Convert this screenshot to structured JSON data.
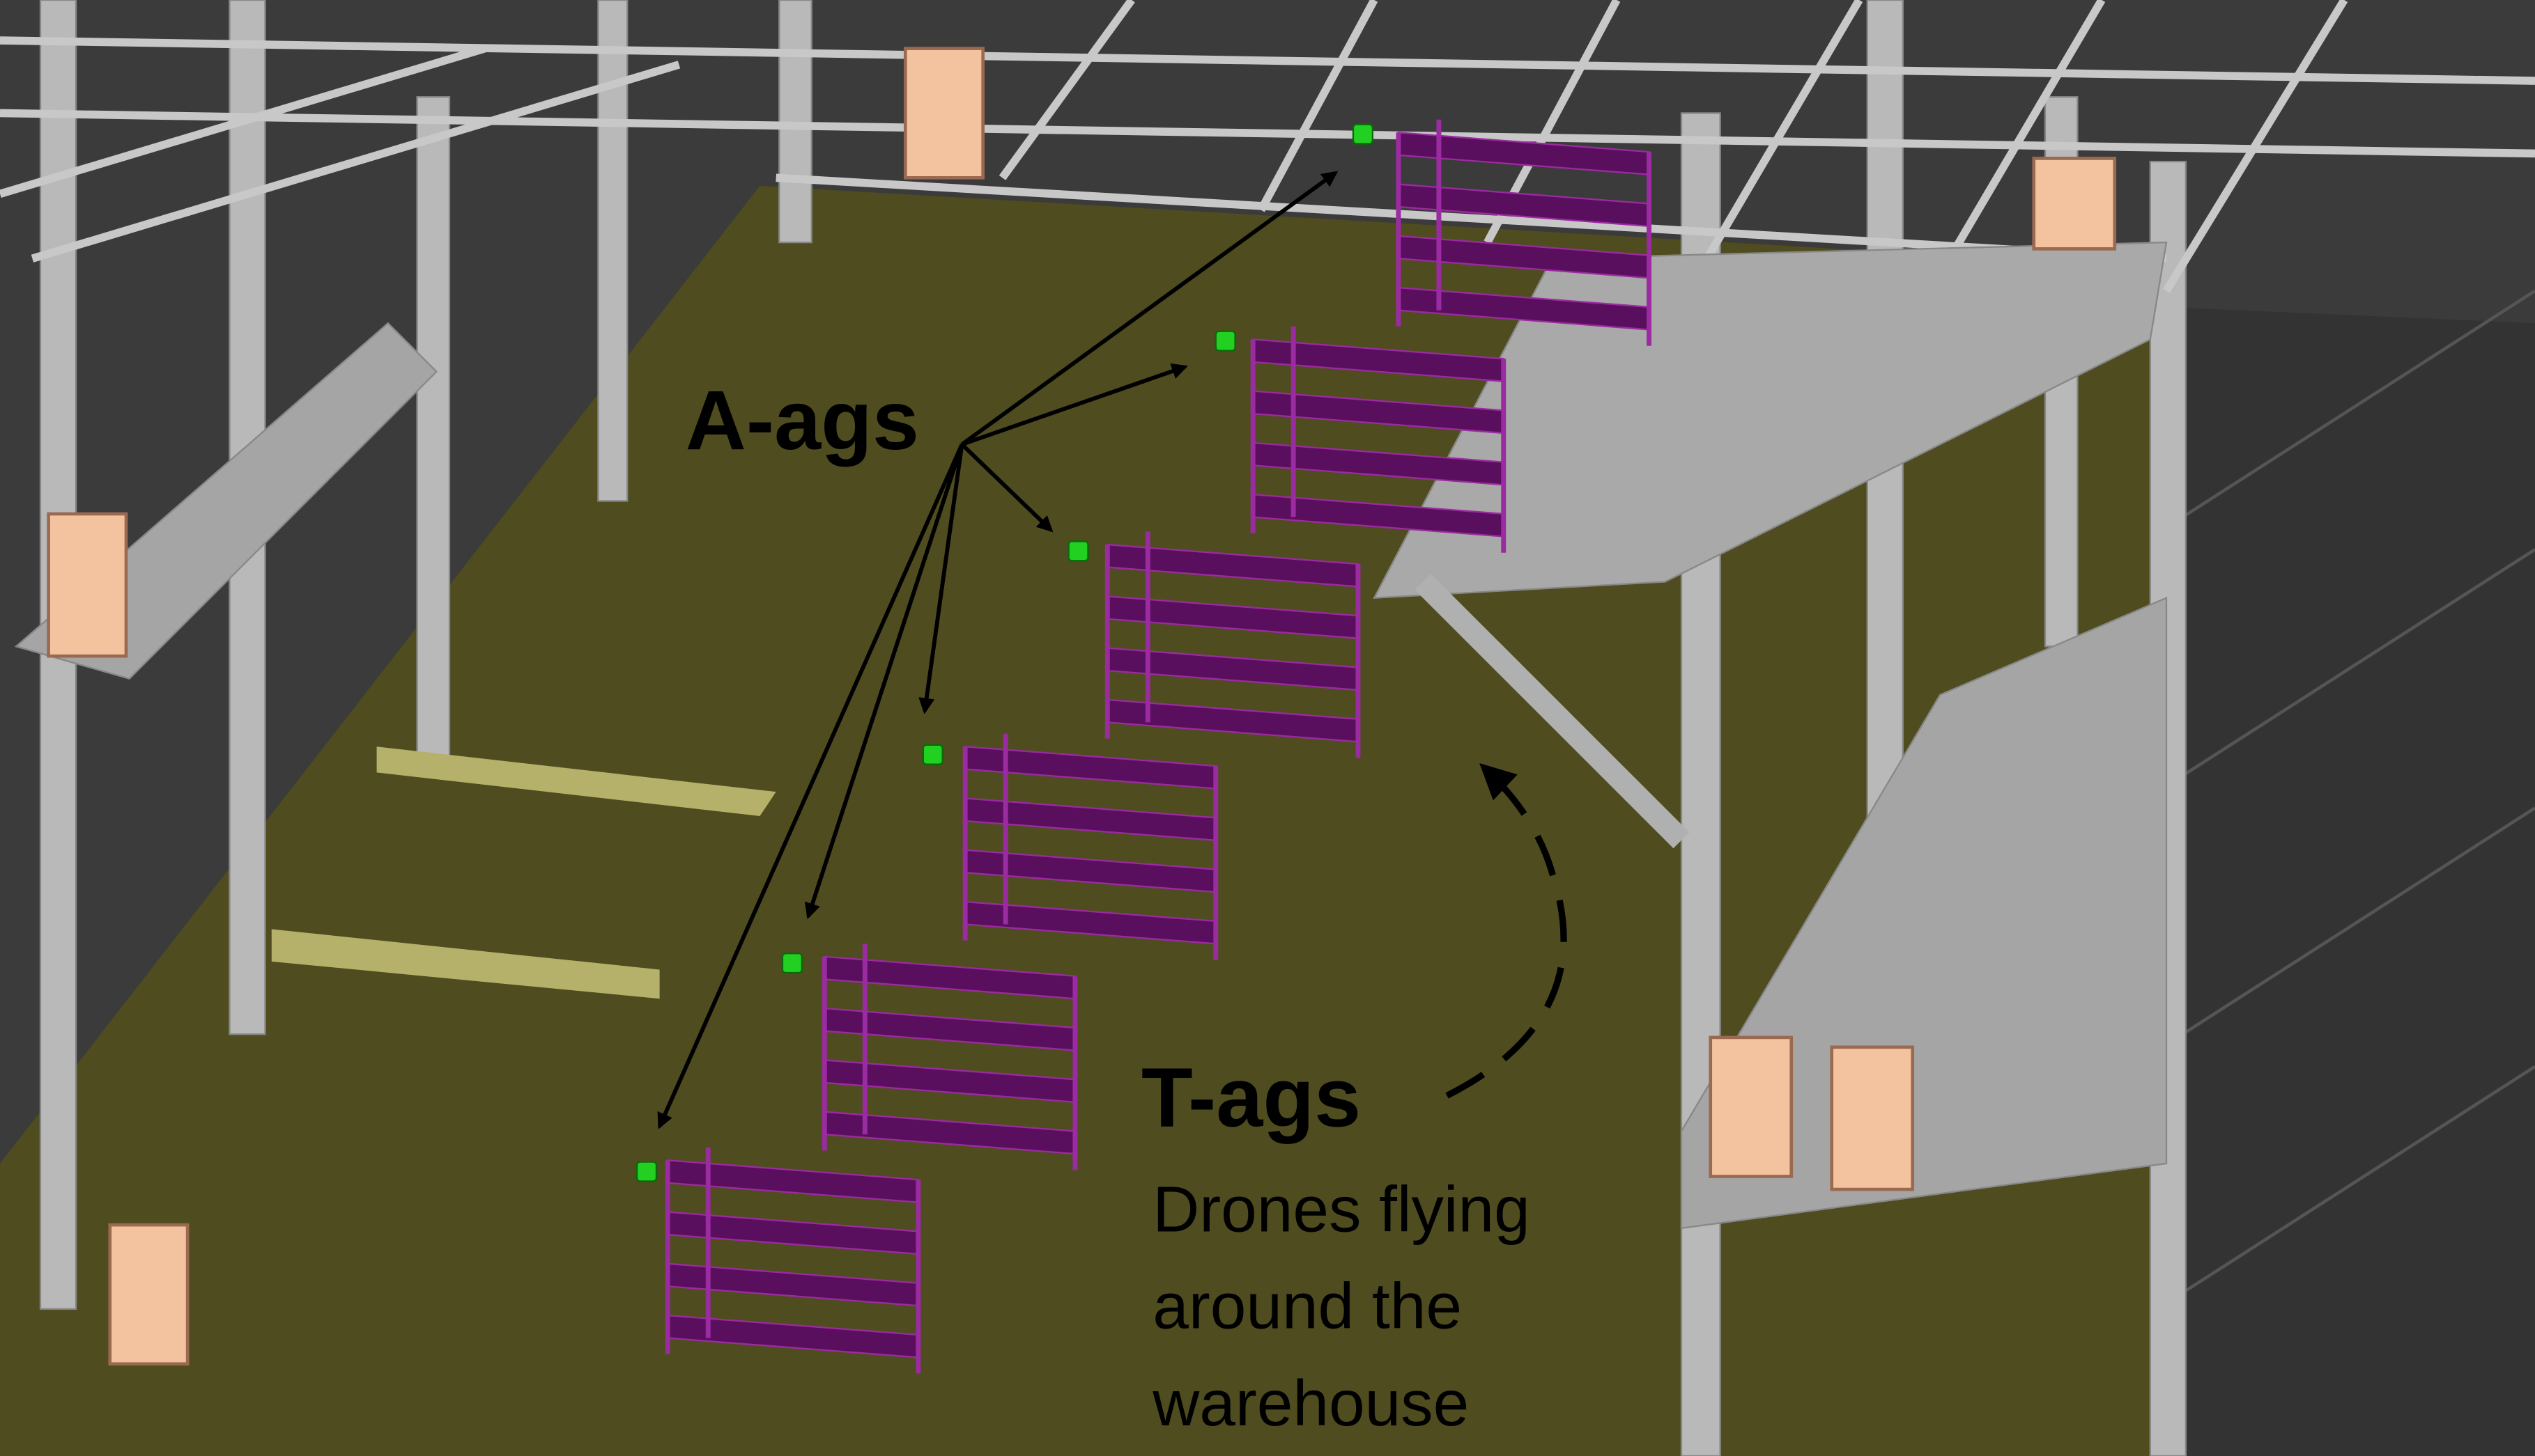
{
  "annotations": {
    "anchor_tags_label": "A-ags",
    "tag_tags_label": "T-ags",
    "drones_caption": [
      "Drones flying",
      "around the",
      "warehouse"
    ]
  },
  "scene": {
    "anchor_tag_count": 6,
    "shelf_count": 6,
    "colors": {
      "floor": "#4f4c1f",
      "wall": "#3b3b3b",
      "steel": "#b4b4b4",
      "shelf": "#5a0f5e",
      "shelf_edge": "#9a2ba0",
      "tag": "#22d022",
      "door": "#f3c3a0"
    }
  }
}
